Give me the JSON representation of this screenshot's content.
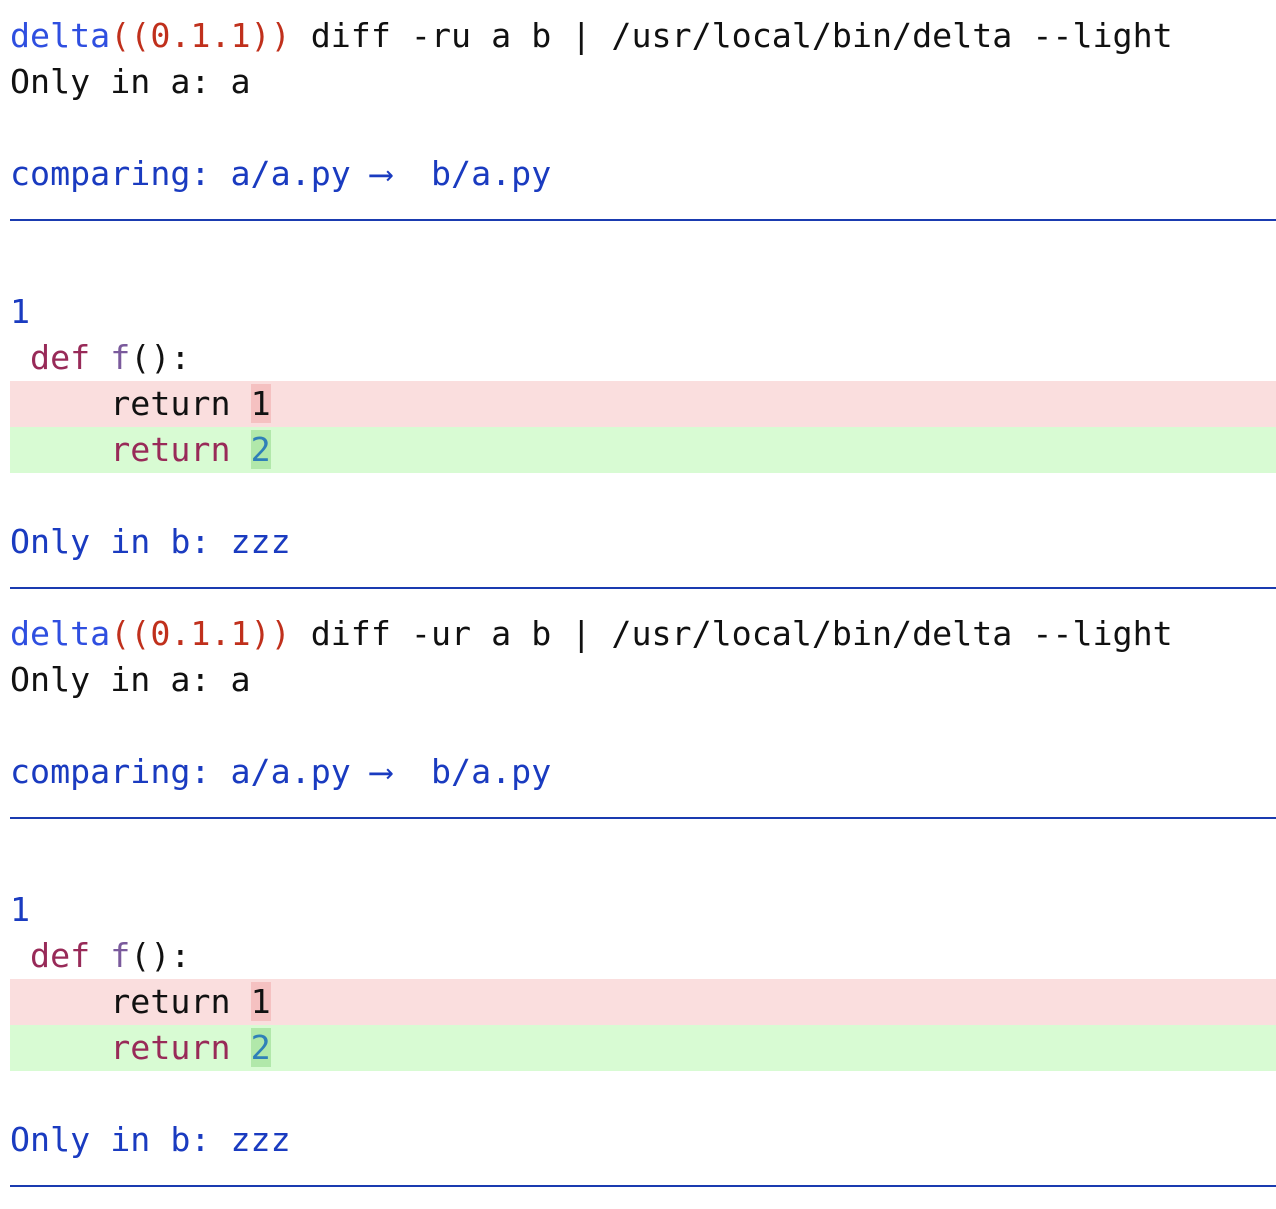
{
  "blocks": [
    {
      "prompt": {
        "name": "delta",
        "version": "((0.1.1))",
        "command": " diff -ru a b | /usr/local/bin/delta --light"
      },
      "only_in_a": "Only in a: a",
      "comparing": "comparing: a/a.py ⟶  b/a.py",
      "hunk_line": "1",
      "context": {
        "indent": " ",
        "keyword": "def",
        "func": "f",
        "rest": "():"
      },
      "minus": {
        "prefix": "    ",
        "code": "return ",
        "emph": "1"
      },
      "plus": {
        "prefix": "    ",
        "code": "return ",
        "emph": "2"
      },
      "only_in_b": "Only in b: zzz"
    },
    {
      "prompt": {
        "name": "delta",
        "version": "((0.1.1))",
        "command": " diff -ur a b | /usr/local/bin/delta --light"
      },
      "only_in_a": "Only in a: a",
      "comparing": "comparing: a/a.py ⟶  b/a.py",
      "hunk_line": "1",
      "context": {
        "indent": " ",
        "keyword": "def",
        "func": "f",
        "rest": "():"
      },
      "minus": {
        "prefix": "    ",
        "code": "return ",
        "emph": "1"
      },
      "plus": {
        "prefix": "    ",
        "code": "return ",
        "emph": "2"
      },
      "only_in_b": "Only in b: zzz"
    }
  ],
  "colors": {
    "minus_bg": "#fadede",
    "minus_emph": "#f5c1c1",
    "plus_bg": "#d8fbd3",
    "plus_emph": "#b1e8aa",
    "rule": "#1a3bb0",
    "file_header": "#1a3bc0"
  }
}
